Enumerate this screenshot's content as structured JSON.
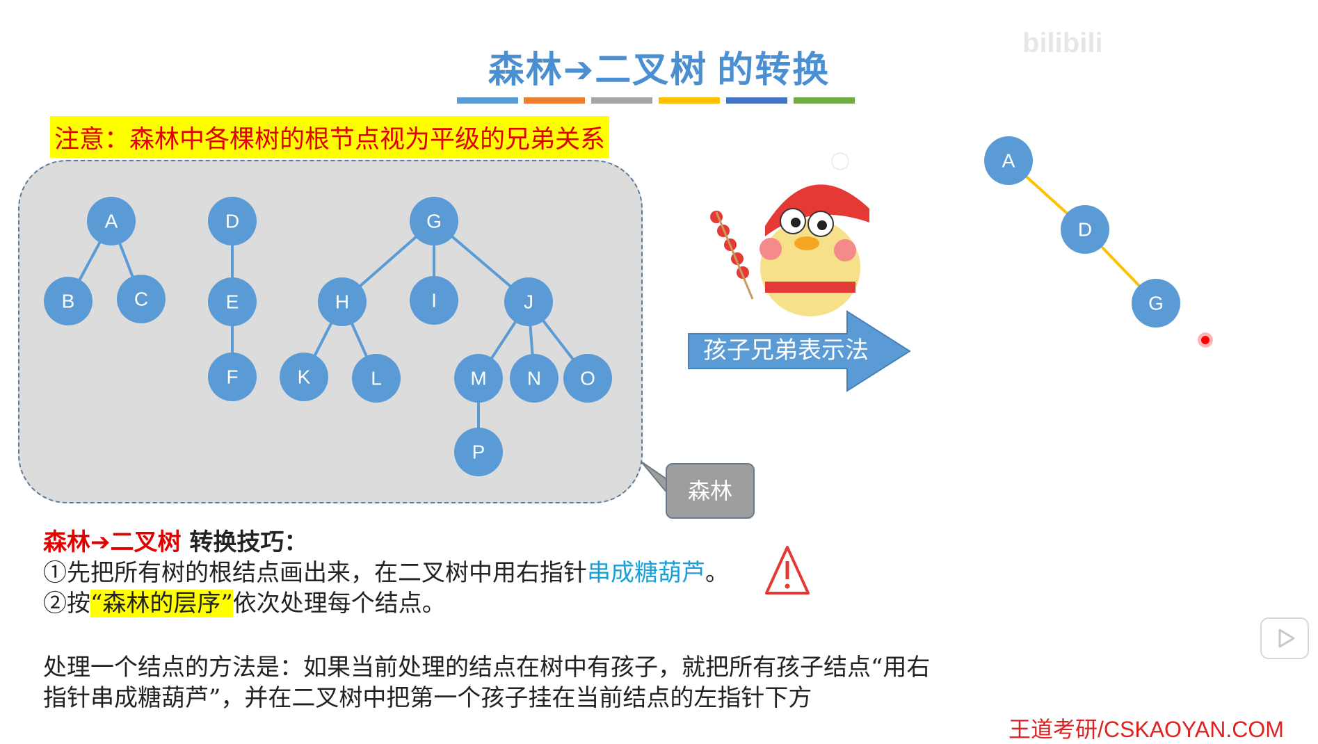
{
  "slide": {
    "title_part1": "森林",
    "title_arrow": "➔",
    "title_part2": "二叉树",
    "title_part3": "的转换",
    "color_bar": [
      "#5b9bd5",
      "#ed7d31",
      "#a5a5a5",
      "#ffc000",
      "#4472c4",
      "#70ad47"
    ],
    "note": "注意：森林中各棵树的根节点视为平级的兄弟关系",
    "forest_callout": "森林",
    "arrow_label": "孩子兄弟表示法",
    "tips": {
      "heading_red": "森林",
      "heading_arrow": "➔",
      "heading_red2": "二叉树",
      "heading_rest": " 转换技巧：",
      "step1_prefix": "①先把所有树的根结点画出来，在二叉树中用右指针",
      "step1_highlight": "串成糖葫芦",
      "step1_suffix": "。",
      "step2_prefix": "②按",
      "step2_highlight": "“森林的层序”",
      "step2_suffix": "依次处理每个结点。"
    },
    "method_line1": "处理一个结点的方法是：如果当前处理的结点在树中有孩子，就把所有孩子结点“用右",
    "method_line2": "指针串成糖葫芦”，并在二叉树中把第一个孩子挂在当前结点的左指针下方",
    "brand": "王道考研/CSKAOYAN.COM",
    "watermark": "bilibili"
  },
  "forest": {
    "node_color": "#5b9bd5",
    "nodes": [
      "A",
      "B",
      "C",
      "D",
      "E",
      "F",
      "G",
      "H",
      "I",
      "J",
      "K",
      "L",
      "M",
      "N",
      "O",
      "P"
    ]
  },
  "binary_tree": {
    "edge_color": "#ffc000",
    "nodes": [
      "A",
      "D",
      "G"
    ]
  },
  "icons": [
    "warning-icon",
    "mascot-illustration",
    "right-arrow-shape",
    "play-icon",
    "laser-pointer-dot"
  ]
}
